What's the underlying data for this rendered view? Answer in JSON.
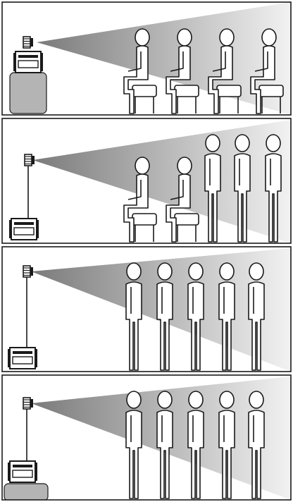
{
  "colors": {
    "frame": "#1a1a1a",
    "beam_start": "#7a7a7a",
    "beam_end": "#f2f2f2",
    "stand_base": "#b4b4b4",
    "figure_fill": "#ffffff",
    "figure_stroke": "#1a1a1a"
  },
  "icons": {
    "speaker": "speaker-icon",
    "seated_person": "seated-person-icon",
    "standing_person": "standing-person-icon",
    "pedestal": "pedestal-icon",
    "pole_mount": "pole-mount-icon"
  },
  "panels": [
    {
      "id": "panel-1",
      "mounting": "speaker-on-pedestal",
      "audience": [
        "seated",
        "seated",
        "seated",
        "seated"
      ]
    },
    {
      "id": "panel-2",
      "mounting": "speaker-on-pole-floor",
      "audience": [
        "seated",
        "seated",
        "standing",
        "standing",
        "standing"
      ]
    },
    {
      "id": "panel-3",
      "mounting": "speaker-on-pole-floor",
      "audience": [
        "standing",
        "standing",
        "standing",
        "standing",
        "standing"
      ]
    },
    {
      "id": "panel-4",
      "mounting": "speaker-on-pole-pedestal",
      "audience": [
        "standing",
        "standing",
        "standing",
        "standing",
        "standing"
      ]
    }
  ]
}
